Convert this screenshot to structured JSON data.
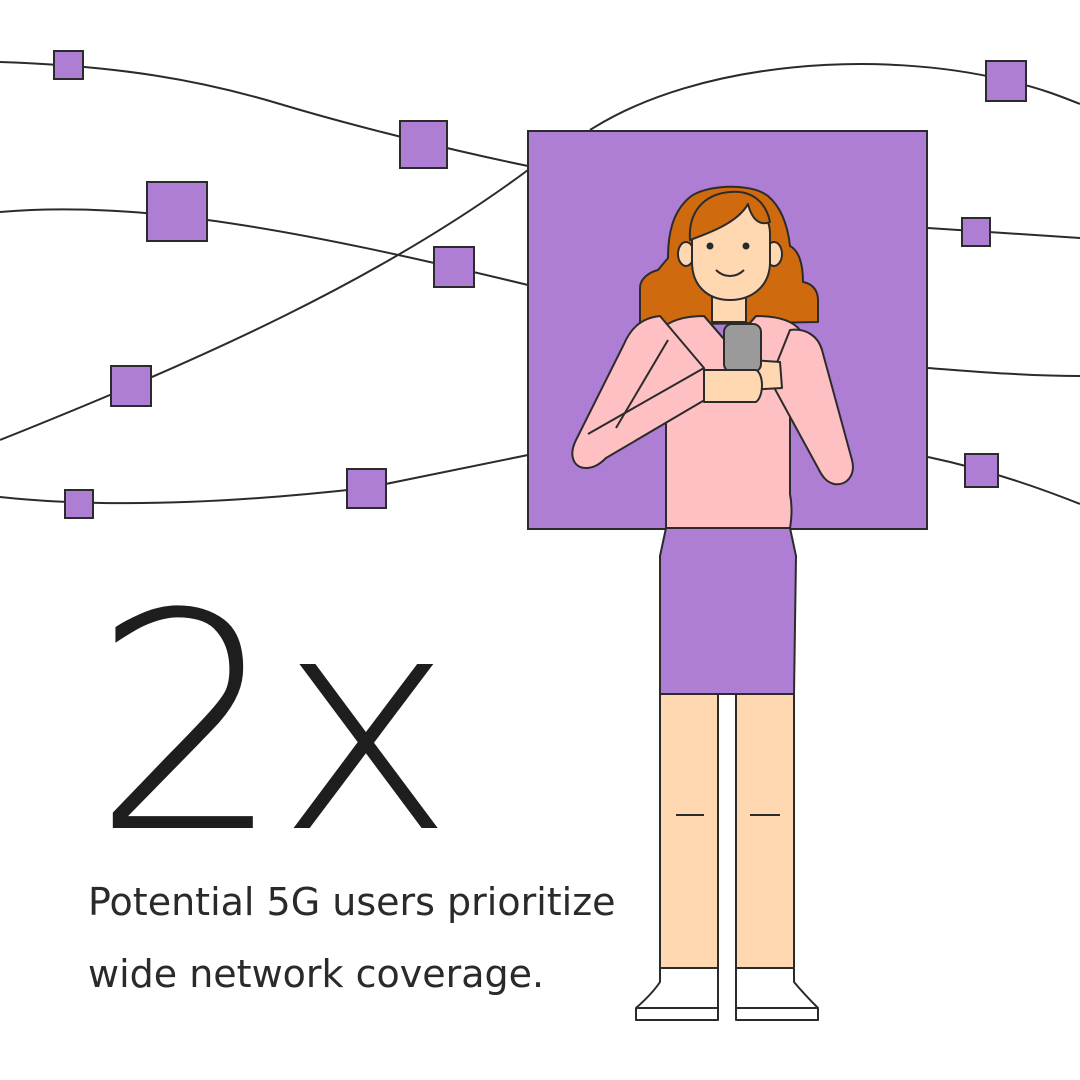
{
  "stat": {
    "value": "2x",
    "caption_line1": "Potential 5G users prioritize",
    "caption_line2": "wide network coverage."
  },
  "colors": {
    "accent_purple": "#AE7ED4",
    "outline": "#2b2b2b",
    "hair": "#CF6A0F",
    "skin": "#FFD8B2",
    "shirt": "#FFC0C4",
    "phone": "#9A9A9A",
    "background": "#FFFFFF"
  },
  "illustration": {
    "figure": "woman-using-smartphone",
    "network_nodes": "purple-square-nodes"
  }
}
